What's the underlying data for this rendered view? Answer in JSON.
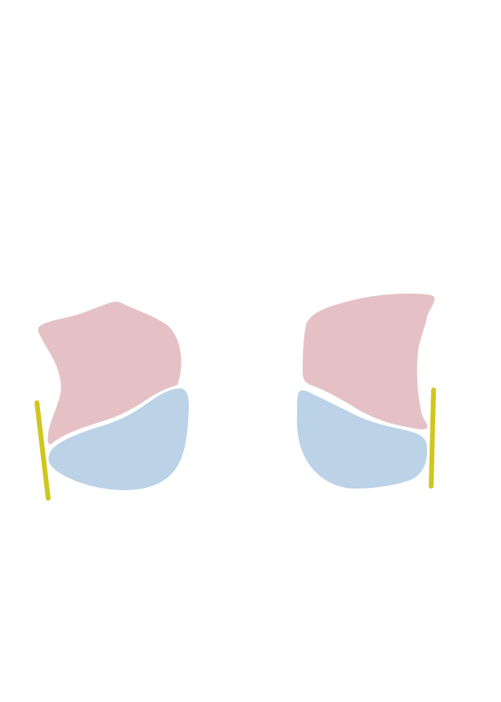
{
  "colors": {
    "background": "#ffffff",
    "upper_region": "#e5c1c5",
    "lower_region": "#bbd2e7",
    "guide_line": "#d1c61f"
  },
  "figures": [
    {
      "name": "left-figure",
      "regions": [
        "upper",
        "lower"
      ],
      "guide_line": true
    },
    {
      "name": "right-figure",
      "regions": [
        "upper",
        "lower"
      ],
      "guide_line": true
    }
  ]
}
